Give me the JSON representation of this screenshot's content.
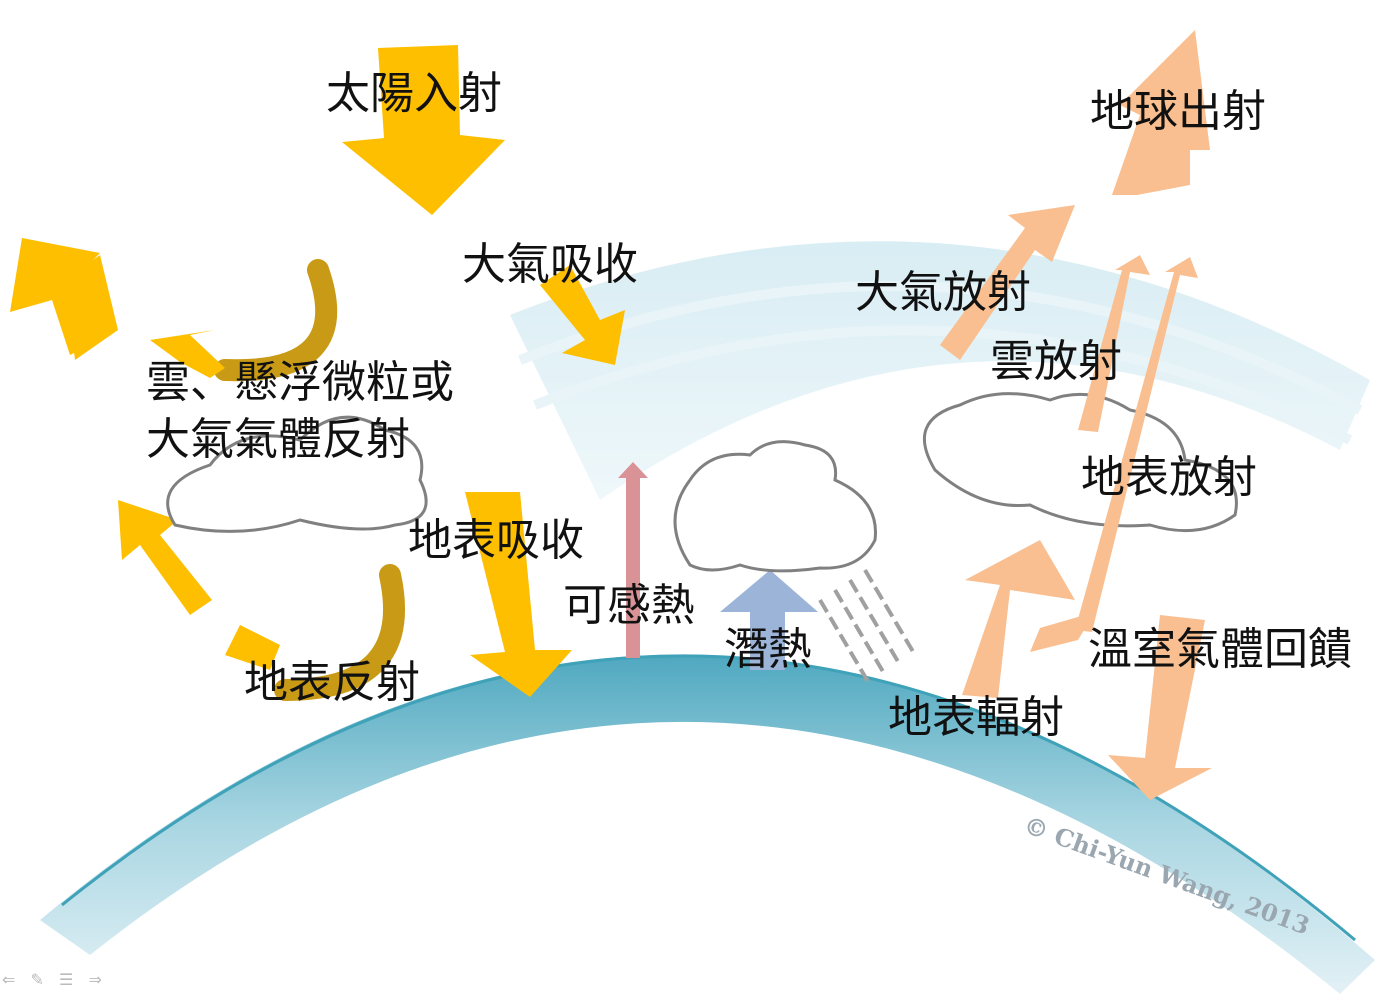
{
  "labels": {
    "solar_incoming": "太陽入射",
    "earth_outgoing": "地球出射",
    "atmosphere_absorption": "大氣吸收",
    "atmosphere_emission": "大氣放射",
    "cloud_emission": "雲放射",
    "cloud_aerosol_reflection_line1": "雲、懸浮微粒或",
    "cloud_aerosol_reflection_line2": "大氣氣體反射",
    "surface_absorption": "地表吸收",
    "sensible_heat": "可感熱",
    "latent_heat": "潛熱",
    "surface_emission": "地表放射",
    "greenhouse_feedback": "溫室氣體回饋",
    "surface_reflection": "地表反射",
    "surface_radiation": "地表輻射",
    "copyright": "© Chi-Yun Wang, 2013"
  },
  "colors": {
    "solar": "#fdbf00",
    "solar_reflect_curve": "#c99a16",
    "terrestrial": "#f9bf90",
    "sensible_heat": "#d99396",
    "latent_heat": "#9bb4d8",
    "atmosphere": "#cfe8f0",
    "surface": "#5fb4c8",
    "cloud_stroke": "#808080"
  },
  "icons": {
    "slide_controls": [
      "back-arrow-icon",
      "pen-icon",
      "menu-icon",
      "forward-arrow-icon"
    ]
  }
}
